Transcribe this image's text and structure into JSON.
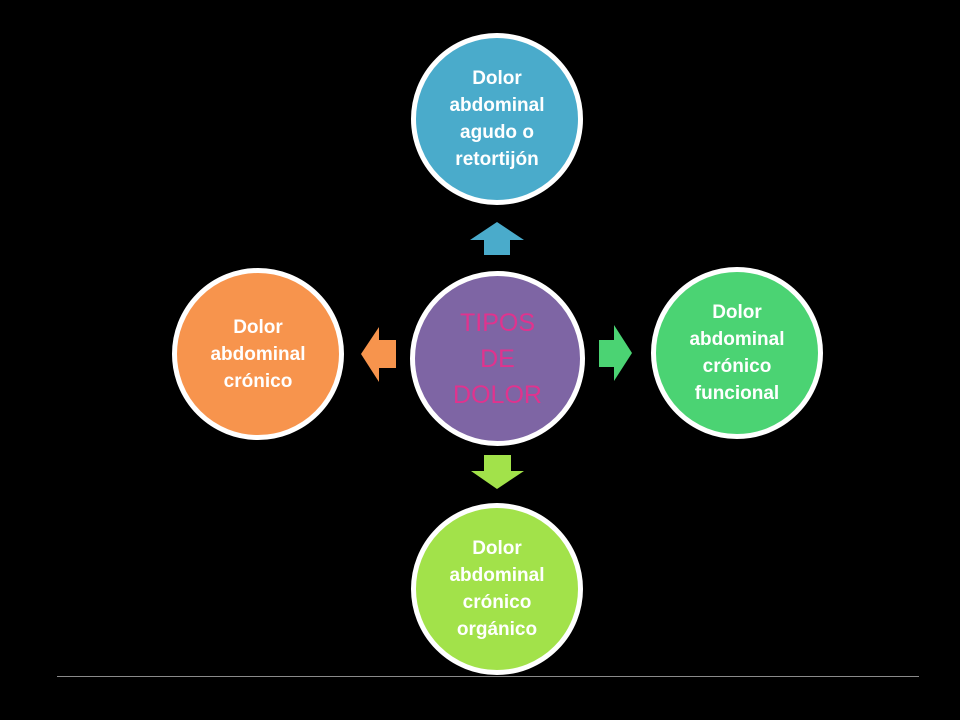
{
  "diagram": {
    "center": {
      "label": "TIPOS\nDE\nDOLOR",
      "fill": "#7e65a4",
      "text_color": "#e0338e"
    },
    "nodes": {
      "top": {
        "label": "Dolor\nabdominal\nagudo o\nretortijón",
        "fill": "#4aabcb"
      },
      "right": {
        "label": "Dolor\nabdominal\ncrónico\nfuncional",
        "fill": "#4bd373"
      },
      "bottom": {
        "label": "Dolor\nabdominal\ncrónico\norgánico",
        "fill": "#a2e24a"
      },
      "left": {
        "label": "Dolor\nabdominal\ncrónico",
        "fill": "#f7944d"
      }
    },
    "arrows": {
      "top": {
        "icon": "arrow-up-icon",
        "color": "#4aabcb"
      },
      "right": {
        "icon": "arrow-right-icon",
        "color": "#4bd373"
      },
      "bottom": {
        "icon": "arrow-down-icon",
        "color": "#a2e24a"
      },
      "left": {
        "icon": "arrow-left-icon",
        "color": "#f7944d"
      }
    },
    "border_color": "#ffffff",
    "background": "#000000"
  }
}
